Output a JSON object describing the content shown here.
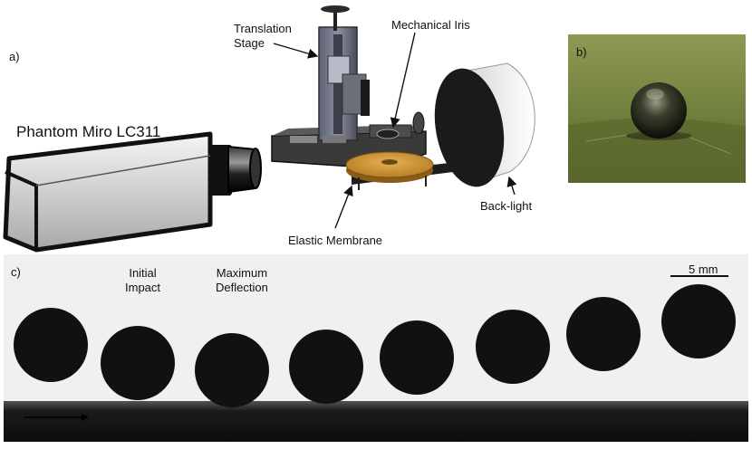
{
  "panel_a": {
    "letter": "a)",
    "labels": {
      "camera": "Phantom Miro LC311",
      "translation_stage": "Translation\nStage",
      "iris": "Mechanical Iris",
      "membrane": "Elastic Membrane",
      "backlight": "Back-light"
    }
  },
  "panel_b": {
    "letter": "b)"
  },
  "panel_c": {
    "letter": "c)",
    "initial_impact": "Initial\nImpact",
    "max_deflection": "Maximum\nDeflection",
    "scale_bar": "5 mm",
    "frame_count": 8
  },
  "colors": {
    "membrane": "#d49a3a",
    "photo_green": "#6f7f3c",
    "sphere": "#111111",
    "strip_bg": "#f2f2f2"
  }
}
